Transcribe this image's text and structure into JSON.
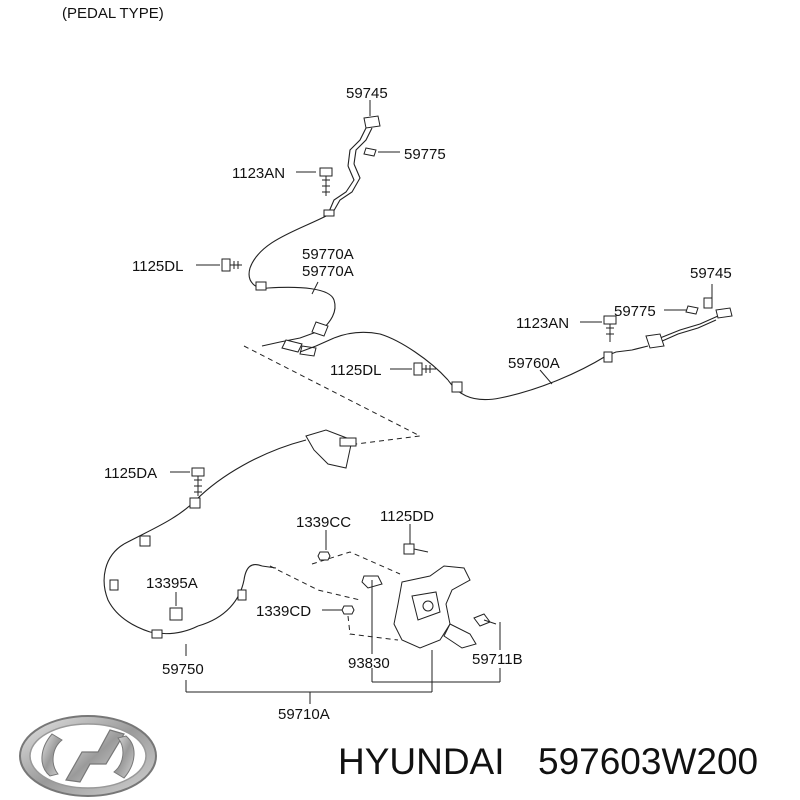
{
  "header": {
    "title": "(PEDAL TYPE)"
  },
  "labels": {
    "p59745_top": "59745",
    "p59775_top": "59775",
    "p1123AN_top": "1123AN",
    "p1125DL_top": "1125DL",
    "p59770A_1": "59770A",
    "p59770A_2": "59770A",
    "p59745_right": "59745",
    "p59775_right": "59775",
    "p1123AN_right": "1123AN",
    "p1125DL_mid": "1125DL",
    "p59760A": "59760A",
    "p1125DA": "1125DA",
    "p1339CC": "1339CC",
    "p1125DD": "1125DD",
    "p13395A": "13395A",
    "p1339CD": "1339CD",
    "p93830": "93830",
    "p59711B": "59711B",
    "p59750": "59750",
    "p59710A": "59710A"
  },
  "footer": {
    "brand": "HYUNDAI",
    "part_number": "597603W200",
    "logo_icon": "hyundai-logo-icon"
  }
}
